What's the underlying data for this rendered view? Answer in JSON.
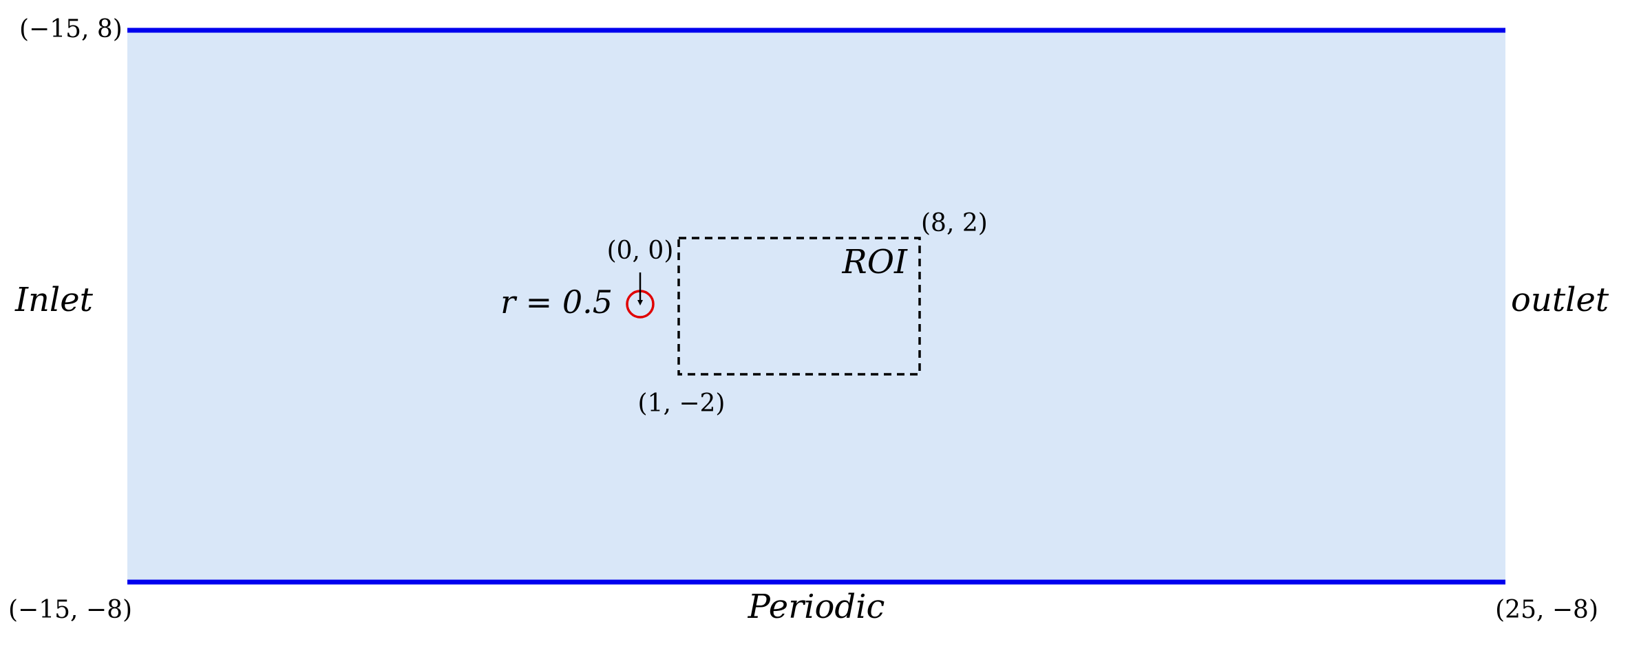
{
  "colors": {
    "domain_fill": "#d9e7f8",
    "wall": "#0000ee",
    "cylinder": "#e00000",
    "roi_border": "#000000"
  },
  "labels": {
    "inlet": "Inlet",
    "outlet": "outlet",
    "periodic": "Periodic",
    "roi": "ROI",
    "radius": "r = 0.5",
    "top_left": "(−15, 8)",
    "bottom_left": "(−15, −8)",
    "bottom_right": "(25, −8)",
    "origin": "(0, 0)",
    "roi_top_right": "(8, 2)",
    "roi_bottom_left": "(1, −2)"
  }
}
